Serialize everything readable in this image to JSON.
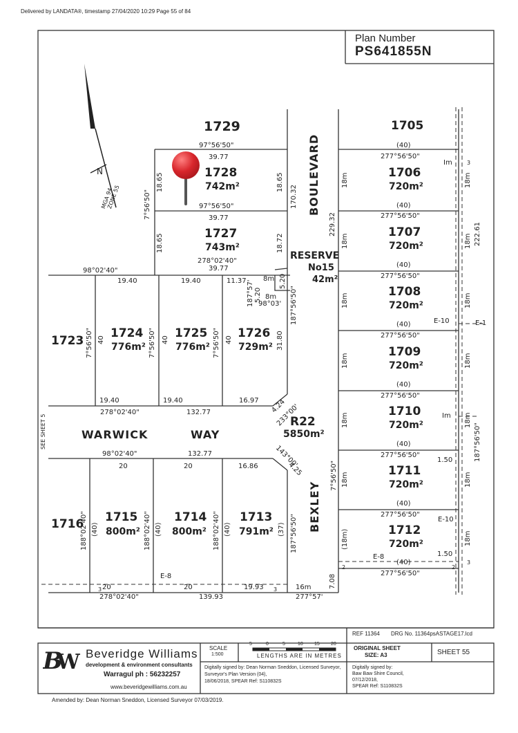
{
  "header": {
    "delivered": "Delivered by LANDATA®, timestamp 27/04/2020 10:29  Page 55 of 84"
  },
  "plan_box": {
    "label": "Plan Number",
    "number": "PS641855N"
  },
  "north": {
    "text1": "MGA 94",
    "text2": "ZONE 55"
  },
  "lots": {
    "l1729": "1729",
    "l1728": "1728",
    "a1728": "742m²",
    "l1727": "1727",
    "a1727": "743m²",
    "l1723": "1723",
    "l1724": "1724",
    "a1724": "776m²",
    "l1725": "1725",
    "a1725": "776m²",
    "l1726": "1726",
    "a1726": "729m²",
    "l1716": "1716",
    "l1715": "1715",
    "a1715": "800m²",
    "l1714": "1714",
    "a1714": "800m²",
    "l1713": "1713",
    "a1713": "791m²",
    "l1705": "1705",
    "l1706": "1706",
    "a1706": "720m²",
    "l1707": "1707",
    "a1707": "720m²",
    "l1708": "1708",
    "a1708": "720m²",
    "l1709": "1709",
    "a1709": "720m²",
    "l1710": "1710",
    "a1710": "720m²",
    "l1711": "1711",
    "a1711": "720m²",
    "l1712": "1712",
    "a1712": "720m²"
  },
  "roads": {
    "boulevard": "BOULEVARD",
    "warwick": "WARWICK",
    "way": "WAY",
    "bexley": "BEXLEY",
    "r22": "R22",
    "r22_area": "5850m²",
    "reserve": "RESERVE",
    "reserve_no": "No15",
    "reserve_area": "42m²",
    "see_sheet": "SEE SHEET 5"
  },
  "dims": {
    "b_97_1": "97°56'50\"",
    "d_3977_1": "39.77",
    "d_1865_a": "18.65",
    "d_1865_b": "18.65",
    "b_97_2": "97°56'50\"",
    "d_3977_2": "39.77",
    "d_1865_c": "18.65",
    "d_1872": "18.72",
    "b_278_a": "278°02'40\"",
    "d_3977_3": "39.77",
    "b_7_56_50": "7°56'50\"",
    "d_17032": "170.32",
    "d_22932": "229.32",
    "b_98_1": "98°02'40\"",
    "d_1940_a": "19.40",
    "d_1940_b": "19.40",
    "d_1137": "11.37",
    "d_8m_a": "8m",
    "d_520_a": "5.20",
    "d_8m_b": "8m",
    "b_98_03": "98°03'",
    "b_187_57": "187°57'",
    "d_520_b": "5.20",
    "b_187_56_50a": "187°56'50\"",
    "d_40_a": "40",
    "d_40_b": "40",
    "d_40_c": "40",
    "b_7_a": "7°56'50\"",
    "b_7_b": "7°56'50\"",
    "b_7_c": "7°56'50\"",
    "d_3180": "31.80",
    "d_1940_c": "19.40",
    "d_1940_d": "19.40",
    "d_1697": "16.97",
    "d_424": "4.24",
    "b_233": "233°00'",
    "b_278_b": "278°02'40\"",
    "d_13277_a": "132.77",
    "b_98_2": "98°02'40\"",
    "d_13277_b": "132.77",
    "b_143": "143°00'",
    "d_425": "4.25",
    "d_20_a": "20",
    "d_20_b": "20",
    "d_1686": "16.86",
    "b_188_a": "188°02'40\"",
    "b_188_b": "188°02'40\"",
    "b_188_c": "188°02'40\"",
    "d_40p_a": "(40)",
    "d_40p_b": "(40)",
    "d_40p_c": "(40)",
    "d_37p": "(37)",
    "b_187_56_50b": "187°56'50\"",
    "e8_a": "E-8",
    "d_20_c": "20",
    "d_20_d": "20",
    "d_1993": "19.93",
    "b_278_c": "278°02'40\"",
    "d_13993": "139.93",
    "b_277_57": "277°57'",
    "d_16m": "16m",
    "d_708": "7.08",
    "r40_1": "(40)",
    "r277_1": "277°56'50\"",
    "r40_2": "(40)",
    "r277_2": "277°56'50\"",
    "r40_3": "(40)",
    "r277_3": "277°56'50\"",
    "r40_4": "(40)",
    "r277_4": "277°56'50\"",
    "r40_5": "(40)",
    "r277_5": "277°56'50\"",
    "r40_6": "(40)",
    "r277_6": "277°56'50\"",
    "r40_7": "(40)",
    "r277_7": "277°56'50\"",
    "r40_8": "(40)",
    "r277_8": "277°56'50\"",
    "r18m_l1": "18m",
    "r18m_l2": "18m",
    "r18m_l3": "18m",
    "r18m_l4": "18m",
    "r18m_l5": "18m",
    "r18m_l6": "18m",
    "r18m_l7": "(18m)",
    "r18m_r1": "18m",
    "r18m_r2": "18m",
    "r18m_r3": "18m",
    "r18m_r4": "18m",
    "r18m_r5": "18m",
    "r18m_r6": "18m",
    "r18m_r7": "18m",
    "d_22261": "222.61",
    "b_187_56_50c": "187°56'50\"",
    "b_7_d": "7°56'50\"",
    "im_1": "Im",
    "im_2": "Im",
    "d_150_a": "1.50",
    "d_150_b": "1.50",
    "e10_a": "E-10",
    "e1": "E-1",
    "e10_b": "E-10",
    "e8_b": "E-8",
    "n3a": "3",
    "n3b": "3",
    "n2a": "2",
    "n2b": "2",
    "n3c": "3",
    "n3d": "3"
  },
  "footer": {
    "ref": "REF 11364",
    "drg": "DRG No. 11364psASTAGE17.lcd",
    "company": "Beveridge Williams",
    "tagline": "development & environment consultants",
    "phone": "Warragul ph : 56232257",
    "web": "www.beveridgewilliams.com.au",
    "scale_label": "SCALE",
    "scale_value": "1:500",
    "scale_ticks": [
      "5",
      "0",
      "5",
      "10",
      "15",
      "20"
    ],
    "scale_caption": "LENGTHS ARE IN METRES",
    "original_label": "ORIGINAL SHEET",
    "size": "SIZE: A3",
    "sheet": "SHEET 55",
    "sig1": "Digitally signed by: Dean Norman Sneddon, Licensed Surveyor,",
    "sig1b": "Surveyor's Plan Version (04),",
    "sig1c": "18/06/2018, SPEAR Ref: S110832S",
    "sig2": "Digitally signed by:",
    "sig2b": "Baw Baw Shire Council,",
    "sig2c": "07/12/2018,",
    "sig2d": "SPEAR Ref: S110832S",
    "amended": "Amended by: Dean Norman Sneddon, Licensed Surveyor 07/03/2019."
  },
  "pin": {
    "color": "#d8262c"
  }
}
